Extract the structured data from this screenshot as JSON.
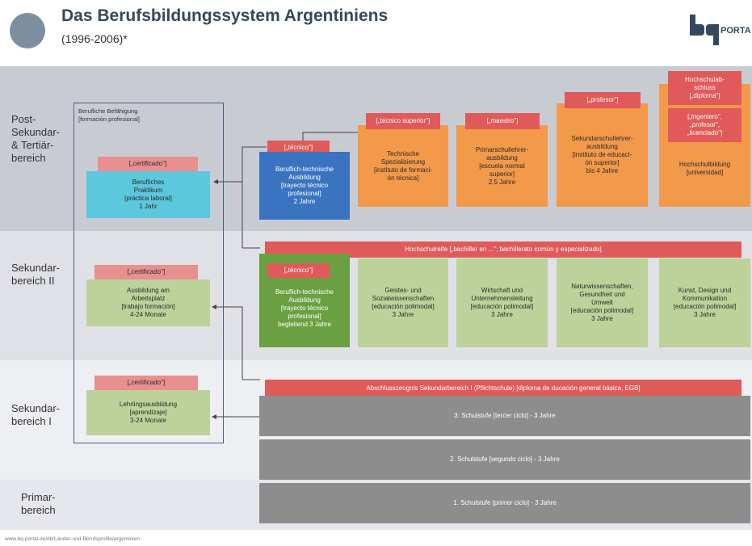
{
  "header": {
    "title": "Das Berufsbildungssystem Argentiniens",
    "subtitle": "(1996-2006)*",
    "brand_icon": "bq-logo",
    "brand_text": "PORTA"
  },
  "bands": [
    {
      "label": "Post-\nSekundar-\n& Tertiär-\nbereich"
    },
    {
      "label": "Sekundar-\nbereich II"
    },
    {
      "label": "Sekundar-\nbereich I"
    },
    {
      "label": "Primar-\nbereich"
    }
  ],
  "frame": {
    "label": "Berufliche Befähigung\n[formación profesional]"
  },
  "left_column": [
    {
      "tag": "[„certificado\"]",
      "body": "Berufliches\nPraktikum\n[práctica laboral]\n1 Jahr"
    },
    {
      "tag": "[„certificado\"]",
      "body": "Ausbildung am\nArbeitsplatz\n[trabajo formación]\n4-24 Monate"
    },
    {
      "tag": "[„certificado\"]",
      "body": "Lehrlingsausbildung\n[aprendizaje]\n3-24 Monate"
    }
  ],
  "tertiary": {
    "technical": {
      "tag": "[„técnico\"]",
      "body": "Beruflich-technische\nAusbildung\n[trayecto técnico\nprofesional]\n2 Jahre"
    },
    "boxes": [
      {
        "tag": "[„técnico superior\"]",
        "body": "Technische\nSpezialisierung\n[instituto de formaci-\nón técnica]"
      },
      {
        "tag": "[„maestro\"]",
        "body": "Primarschullehrer-\nausbildung\n[escuela normal\nsuperior]\n2,5 Jahre"
      },
      {
        "tag": "[„profesor\"]",
        "body": "Sekundarschullehrer-\nausbildung\n[instituto de educaci-\nón superior]\nbis 4 Jahre"
      },
      {
        "tag": "Hochschulab-\nschluss\n[„diploma\"]",
        "tag2": "[„ingeniero\",\n„profesor\",\n„licenciado\"]",
        "body": "Hochschulbildung\n[universidad]"
      }
    ]
  },
  "secondary2": {
    "banner": "Hochschulreife [„bachiller en ...\"; bachillerato común y especializado]",
    "technical": {
      "tag": "[„técnico\"]",
      "body": "Beruflich-technische\nAusbildung\n[trayecto técnico\nprofesional]\nbegleitend 3 Jahre"
    },
    "tracks": [
      {
        "body": "Geistes- und\nSozialwissenschaften\n[educación polimodal]\n3 Jahre"
      },
      {
        "body": "Wirtschaft und\nUnternehmensleitung\n[educación polimodal]\n3 Jahre"
      },
      {
        "body": "Naturwissenschaften,\nGesundheit und\nUmwelt\n[educación polimodal]\n3 Jahre"
      },
      {
        "body": "Kunst, Design und\nKommunikation\n[educación polimodal]\n3 Jahre"
      }
    ]
  },
  "secondary1": {
    "banner": "Abschlusszeugnis Sekundarbereich I (Pflichtschule) [diploma de ducación general básica, EGB]",
    "stages": [
      {
        "label": "3. Schulstufe [tercer ciclo] - 3 Jahre"
      },
      {
        "label": "2. Schulstufe [segundo ciclo] - 3 Jahre"
      }
    ]
  },
  "primary": {
    "stages": [
      {
        "label": "1. Schulstufe [primer ciclo] - 3 Jahre"
      }
    ]
  },
  "footer": {
    "source": "www.bq-portal.de/db/Länder-und-Berufsprofile/argentinien"
  },
  "colors": {
    "band_dark": "#c9cbd3",
    "band_light": "#e6e7ec",
    "red": "#e05a5a",
    "orange": "#f2994a",
    "blue": "#3a74c0",
    "cyan": "#5bc8dd",
    "green": "#bcd29a",
    "dark_green": "#6aa042",
    "gray": "#8d8d8d",
    "frame": "#4a5f7f"
  }
}
